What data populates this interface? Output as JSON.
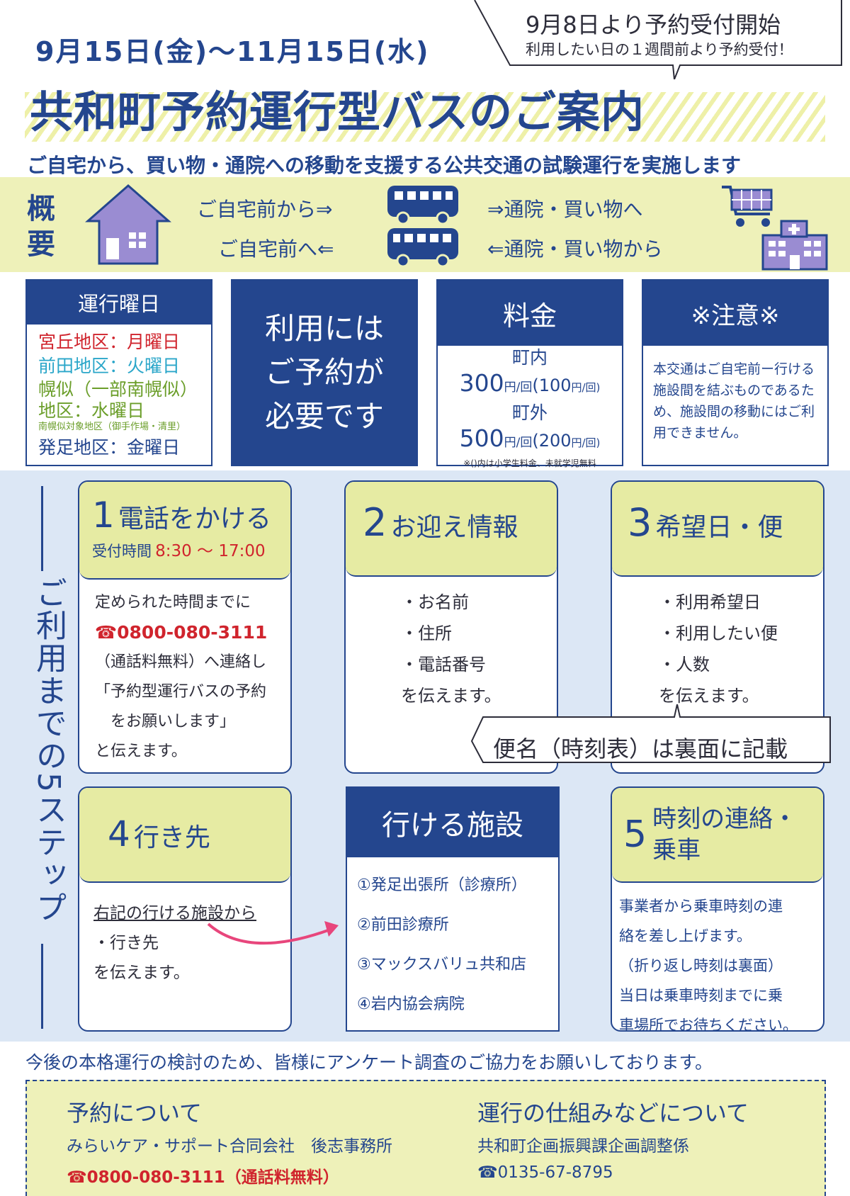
{
  "header": {
    "dates": "9月15日(金)〜11月15日(水)",
    "title": "共和町予約運行型バスのご案内",
    "subtitle": "ご自宅から、買い物・通院への移動を支援する公共交通の試験運行を実施します",
    "callout_line1": "9月8日より予約受付開始",
    "callout_line2": "利用したい日の１週間前より予約受付！"
  },
  "overview": {
    "label": "概要",
    "row1_left": "ご自宅前から⇒",
    "row1_right": "⇒通院・買い物へ",
    "row2_left": "ご自宅前へ⇐",
    "row2_right": "⇐通院・買い物から"
  },
  "days": {
    "heading": "運行曜日",
    "line1": "宮丘地区：月曜日",
    "line2": "前田地区：火曜日",
    "line3a": "幌似（一部南幌似）",
    "line3b": "地区：水曜日",
    "line3c": "南幌似対象地区（御手作場・清里）",
    "line4": "発足地区：金曜日",
    "color1": "#d0242d",
    "color2": "#2aa6c9",
    "color3": "#6b9e2a"
  },
  "reservation": {
    "line1": "利用には",
    "line2": "ご予約が",
    "line3": "必要です"
  },
  "fare": {
    "heading": "料金",
    "in_label": "町内",
    "in_price": "300",
    "in_unit": "円/回",
    "in_child": "(100",
    "in_child_unit": "円/回)",
    "out_label": "町外",
    "out_price": "500",
    "out_unit": "円/回",
    "out_child": "(200",
    "out_child_unit": "円/回)",
    "note": "※()内は小学生料金、未就学児無料"
  },
  "caution": {
    "heading": "※注意※",
    "text": "本交通はご自宅前ー行ける施設間を結ぶものであるため、施設間の移動にはご利用できません。"
  },
  "steps_label": "ご利用までの5ステップ",
  "step1": {
    "num": "1",
    "title": "電話をかける",
    "hours_label": "受付時間",
    "hours": "8:30 〜 17:00",
    "body1": "定められた時間までに",
    "phone": "☎0800-080-3111",
    "body2": "（通話料無料）へ連絡し",
    "body3": "「予約型運行バスの予約",
    "body4": "　をお願いします」",
    "body5": "と伝えます。"
  },
  "step2": {
    "num": "2",
    "title": "お迎え情報",
    "items": [
      "・お名前",
      "・住所",
      "・電話番号"
    ],
    "closing": "を伝えます。"
  },
  "step3": {
    "num": "3",
    "title": "希望日・便",
    "items": [
      "・利用希望日",
      "・利用したい便",
      "・人数"
    ],
    "closing": "を伝えます。"
  },
  "timetable_note": "便名（時刻表）は裏面に記載",
  "step4": {
    "num": "4",
    "title": "行き先",
    "body1": "右記の行ける施設から",
    "body2": "・行き先",
    "body3": "を伝えます。"
  },
  "facilities": {
    "heading": "行ける施設",
    "items": [
      "①発足出張所（診療所）",
      "②前田診療所",
      "③マックスバリュ共和店",
      "④岩内協会病院"
    ]
  },
  "step5": {
    "num": "5",
    "title1": "時刻の連絡・",
    "title2": "乗車",
    "body1": "事業者から乗車時刻の連",
    "body2": "絡を差し上げます。",
    "body3": "（折り返し時刻は裏面）",
    "body4": "当日は乗車時刻までに乗",
    "body5": "車場所でお待ちください。"
  },
  "survey": "今後の本格運行の検討のため、皆様にアンケート調査のご協力をお願いしております。",
  "contact": {
    "left_title": "予約について",
    "left_org": "みらいケア・サポート合同会社　後志事務所",
    "left_phone": "☎0800-080-3111（通話料無料）",
    "right_title": "運行の仕組みなどについて",
    "right_org": "共和町企画振興課企画調整係",
    "right_phone": "☎0135-67-8795"
  },
  "colors": {
    "navy": "#24468e",
    "yellow_band": "#eef1b9",
    "step_bg": "#dce7f5",
    "accent_pink": "#e8467c",
    "house_purple": "#9a8cd2"
  }
}
